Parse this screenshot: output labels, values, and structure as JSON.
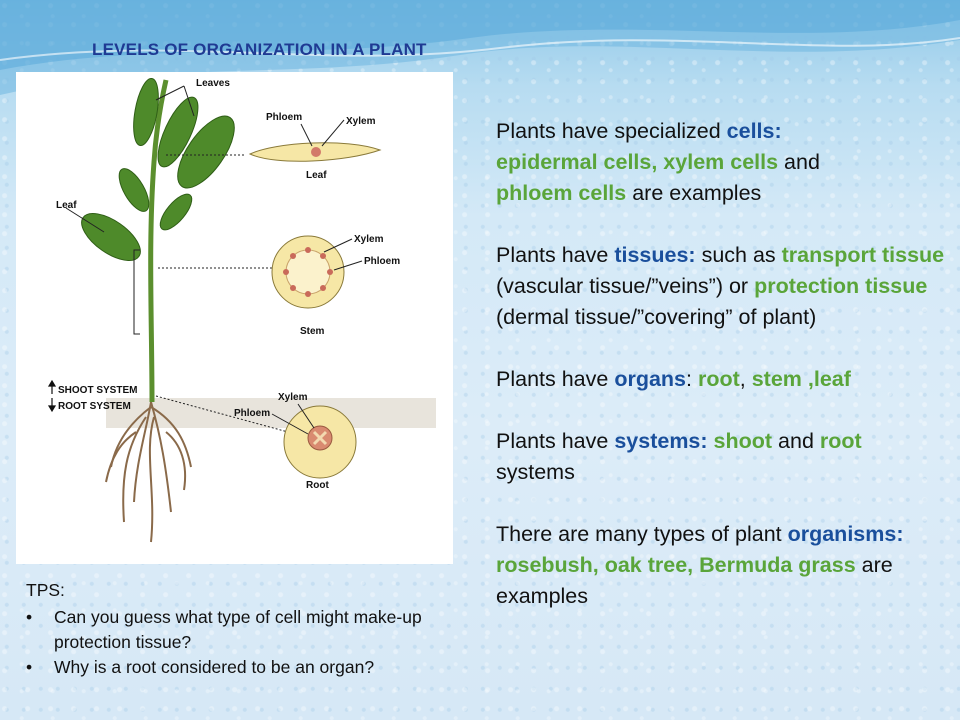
{
  "slide": {
    "title": "LEVELS OF ORGANIZATION IN A PLANT"
  },
  "figure": {
    "labels": {
      "leaves": "Leaves",
      "leaf_left": "Leaf",
      "phloem_top": "Phloem",
      "xylem_top": "Xylem",
      "leaf_section": "Leaf",
      "xylem_mid": "Xylem",
      "phloem_mid": "Phloem",
      "stem": "Stem",
      "xylem_bottom": "Xylem",
      "phloem_bottom": "Phloem",
      "root": "Root",
      "shoot_system": "SHOOT SYSTEM",
      "root_system": "ROOT SYSTEM"
    }
  },
  "content": {
    "p1": {
      "t1": "Plants have specialized ",
      "cells": "cells:",
      "epidermal": "epidermal cells, xylem cells",
      "t2": " and ",
      "phloem": "phloem cells",
      "t3": " are examples"
    },
    "p2": {
      "t1": "Plants have ",
      "tissues": "tissues:",
      "t2": " such as ",
      "transport": "transport tissue",
      "t3": " (vascular tissue/”veins”) or ",
      "protection": "protection tissue",
      "t4": " (dermal tissue/”covering” of plant)"
    },
    "p3": {
      "t1": "Plants have ",
      "organs": "organs",
      "t2": ": ",
      "root": "root",
      "t3": ", ",
      "stem_leaf": "stem ,leaf"
    },
    "p4": {
      "t1": "Plants have ",
      "systems": "systems:",
      "t2": " ",
      "shoot": "shoot",
      "t3": " and ",
      "root": "root",
      "t4": " systems"
    },
    "p5": {
      "t1": "There are many types of plant ",
      "organisms": "organisms:",
      "t2": " ",
      "examples": "rosebush, oak tree, Bermuda grass",
      "t3": " are examples"
    }
  },
  "tps": {
    "heading": "TPS:",
    "items": [
      "Can you guess what type of cell might make-up protection tissue?",
      "Why is a root considered to be an organ?"
    ]
  },
  "colors": {
    "title": "#1f3a93",
    "keyword_blue": "#1a4f9c",
    "keyword_green": "#5aa53a"
  }
}
